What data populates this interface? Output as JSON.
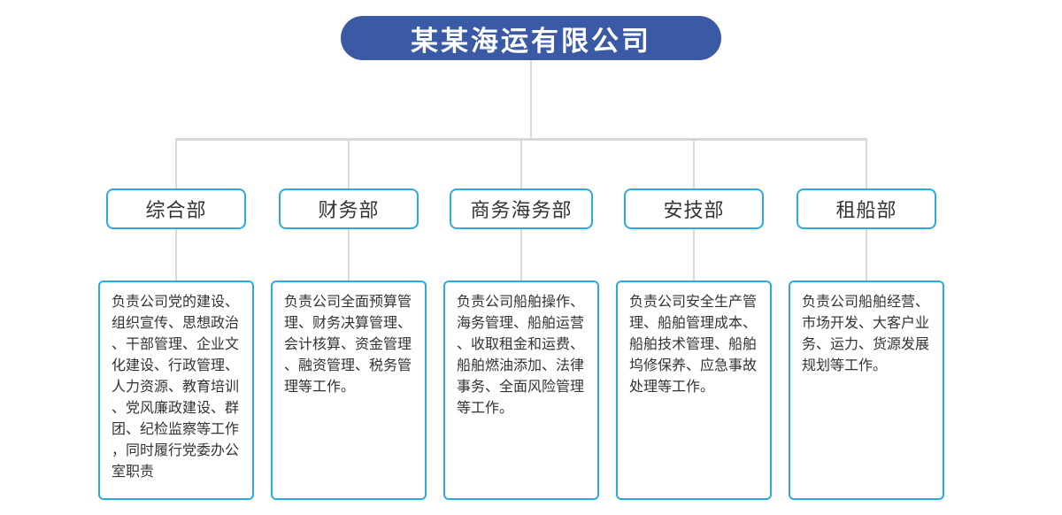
{
  "header": {
    "title": "某某海运有限公司",
    "bg_color": "#3a5aa6",
    "text_color": "#ffffff"
  },
  "colors": {
    "box_border": "#29abe2",
    "connector": "#d9d9d9",
    "body_text": "#333333"
  },
  "departments": [
    {
      "name": "综合部",
      "description": "负责公司党的建设、组织宣传、思想政治、干部管理、企业文化建设、行政管理、人力资源、教育培训、党风廉政建设、群团、纪检监察等工作，同时履行党委办公室职责"
    },
    {
      "name": "财务部",
      "description": "负责公司全面预算管理、财务决算管理、会计核算、资金管理、融资管理、税务管理等工作。"
    },
    {
      "name": "商务海务部",
      "description": "负责公司船舶操作、海务管理、船舶运营、收取租金和运费、船舶燃油添加、法律事务、全面风险管理等工作。"
    },
    {
      "name": "安技部",
      "description": "负责公司安全生产管理、船舶管理成本、船舶技术管理、船舶坞修保养、应急事故处理等工作。"
    },
    {
      "name": "租船部",
      "description": "负责公司船舶经营、市场开发、大客户业务、运力、货源发展规划等工作。"
    }
  ]
}
